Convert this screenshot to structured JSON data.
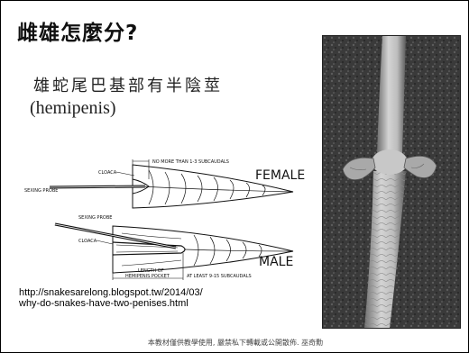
{
  "slide": {
    "title": "雌雄怎麼分?",
    "subtitle_zh": "雄蛇尾巴基部有半陰莖",
    "subtitle_en": "(hemipenis)",
    "source_line1": "http://snakesarelong.blogspot.tw/2014/03/",
    "source_line2": "why-do-snakes-have-two-penises.html",
    "footer": "本教材僅供教學使用, 嚴禁私下轉載或公開散佈. 巫奇勳"
  },
  "diagram": {
    "female_label": "FEMALE",
    "male_label": "MALE",
    "cloaca_label": "CLOACA",
    "sexing_probe_label": "SEXING PROBE",
    "female_depth_note": "NO MORE THAN 1-3 SUBCAUDALS",
    "male_depth_note": "AT LEAST 9-15 SUBCAUDALS",
    "pocket_label_1": "LENGTH OF",
    "pocket_label_2": "HEMIPENIS POCKET"
  }
}
